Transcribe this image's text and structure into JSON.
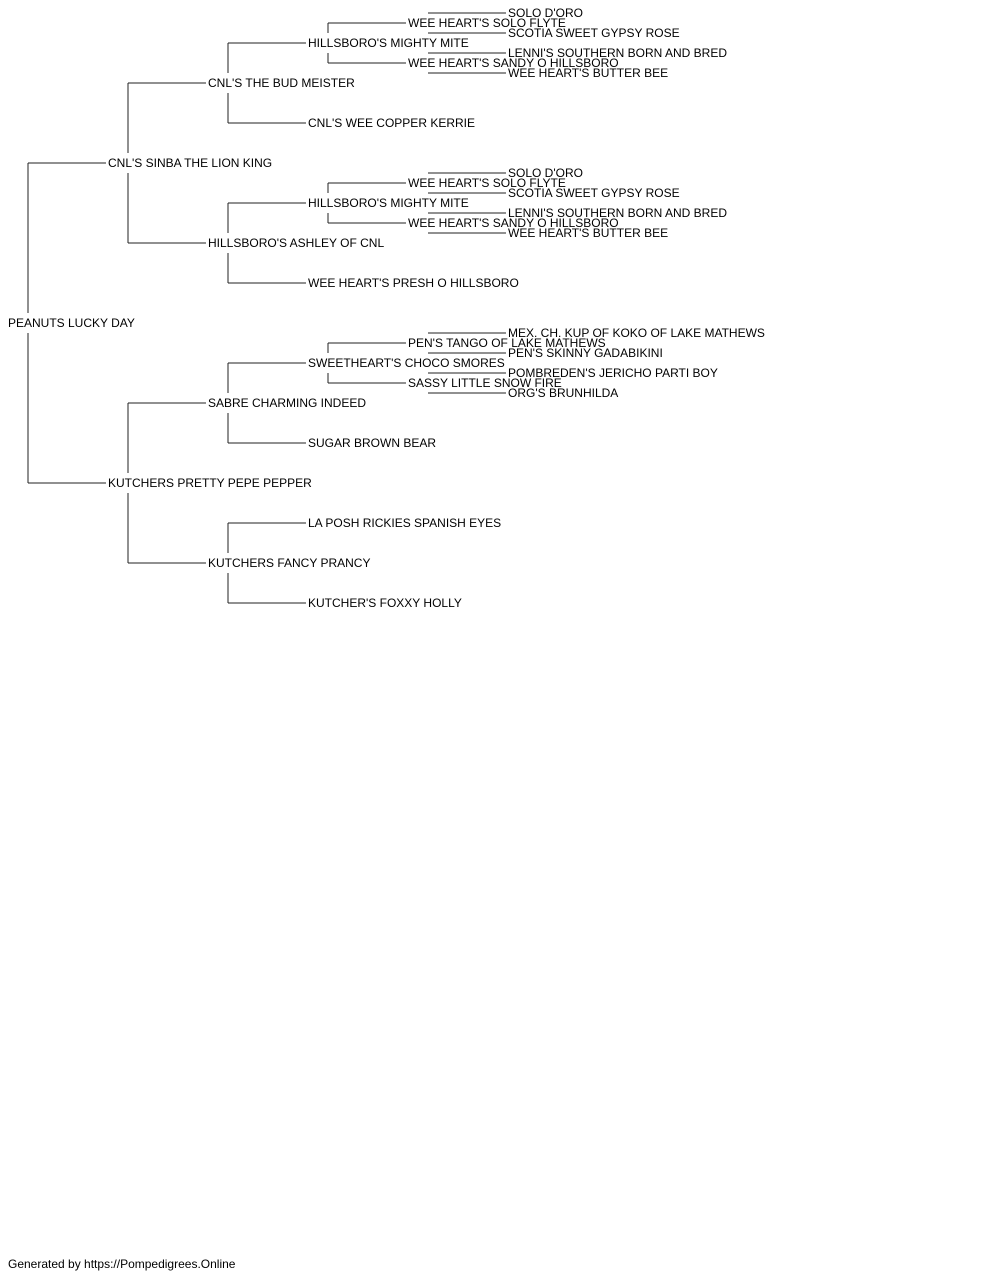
{
  "colors": {
    "line": "#222222",
    "text": "#000000",
    "highlight": "#e8110f"
  },
  "pedigree": {
    "name": "PEANUTS LUCKY DAY",
    "sire": {
      "name": "CNL'S SINBA THE LION KING",
      "sire": {
        "name": "CNL'S THE BUD MEISTER",
        "sire": {
          "name": "HILLSBORO'S MIGHTY MITE",
          "sire": {
            "name": "WEE HEART'S SOLO FLYTE",
            "sire": {
              "name": "SOLO D'ORO"
            },
            "dam": {
              "name": "SCOTIA SWEET GYPSY ROSE"
            }
          },
          "dam": {
            "name": "WEE HEART'S SANDY O HILLSBORO",
            "sire": {
              "name": "LENNI'S SOUTHERN BORN AND BRED"
            },
            "dam": {
              "name": "WEE HEART'S BUTTER BEE"
            }
          }
        },
        "dam": {
          "name": "CNL'S WEE COPPER KERRIE"
        }
      },
      "dam": {
        "name": "HILLSBORO'S ASHLEY OF CNL",
        "sire": {
          "name": "HILLSBORO'S MIGHTY MITE",
          "sire": {
            "name": "WEE HEART'S SOLO FLYTE",
            "sire": {
              "name": "SOLO D'ORO"
            },
            "dam": {
              "name": "SCOTIA SWEET GYPSY ROSE"
            }
          },
          "dam": {
            "name": "WEE HEART'S SANDY O HILLSBORO",
            "sire": {
              "name": "LENNI'S SOUTHERN BORN AND BRED"
            },
            "dam": {
              "name": "WEE HEART'S BUTTER BEE"
            }
          }
        },
        "dam": {
          "name": "WEE HEART'S PRESH O HILLSBORO"
        }
      }
    },
    "dam": {
      "name": "KUTCHERS PRETTY PEPE PEPPER",
      "sire": {
        "name": "SABRE CHARMING INDEED",
        "sire": {
          "name": "SWEETHEART'S CHOCO SMORES",
          "sire": {
            "name": "PEN'S TANGO OF LAKE MATHEWS",
            "sire": {
              "name": "MEX. CH. KUP OF KOKO OF LAKE MATHEWS",
              "highlight": true
            },
            "dam": {
              "name": "PEN'S SKINNY GADABIKINI"
            }
          },
          "dam": {
            "name": "SASSY LITTLE SNOW FIRE",
            "sire": {
              "name": "POMBREDEN'S JERICHO PARTI BOY"
            },
            "dam": {
              "name": "ORG'S BRUNHILDA"
            }
          }
        },
        "dam": {
          "name": "SUGAR BROWN BEAR"
        }
      },
      "dam": {
        "name": "KUTCHERS FANCY PRANCY",
        "sire": {
          "name": "LA POSH RICKIES SPANISH EYES"
        },
        "dam": {
          "name": "KUTCHER'S FOXXY HOLLY"
        }
      }
    }
  },
  "footer": "Generated by https://Pompedigrees.Online"
}
